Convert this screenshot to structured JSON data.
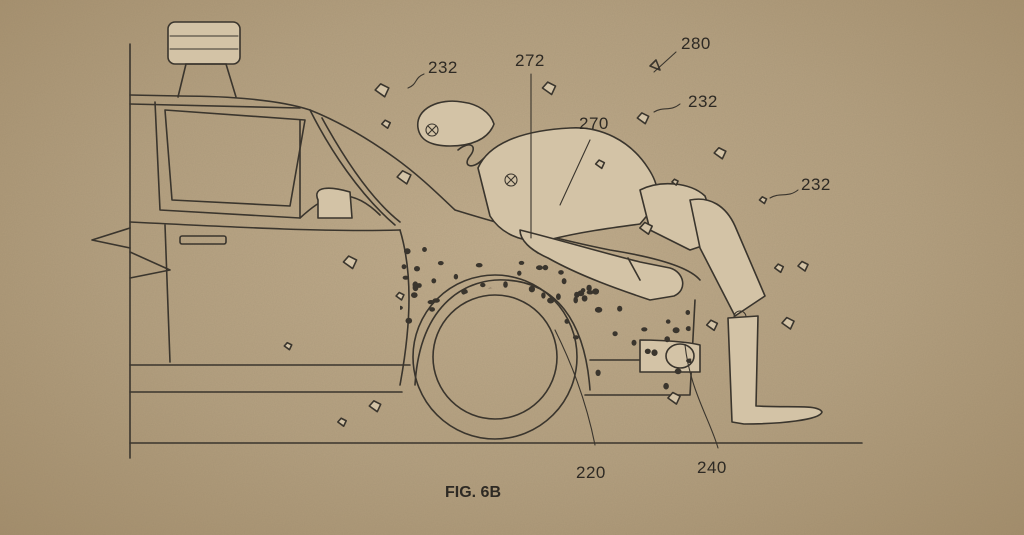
{
  "figure": {
    "caption": "FIG. 6B",
    "reference_numerals": {
      "n232_a": "232",
      "n232_b": "232",
      "n232_c": "232",
      "n272": "272",
      "n280": "280",
      "n270": "270",
      "n220": "220",
      "n240": "240"
    }
  }
}
